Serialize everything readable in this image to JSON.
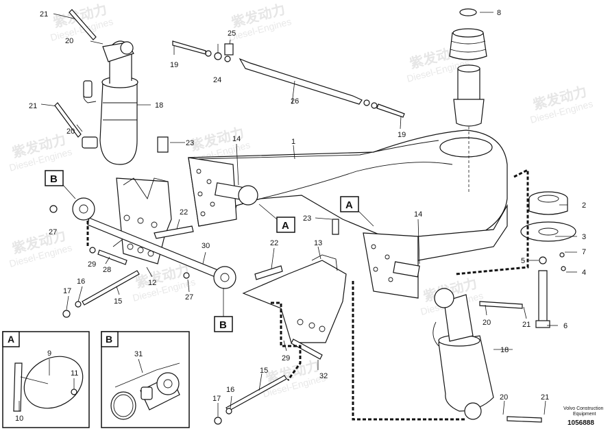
{
  "watermark": {
    "brand_cn": "紫发动力",
    "brand_en": "Diesel-Engines"
  },
  "part_labels": {
    "p1": "1",
    "p2": "2",
    "p3": "3",
    "p4": "4",
    "p5": "5",
    "p6": "6",
    "p7": "7",
    "p8": "8",
    "p12": "12",
    "p13": "13",
    "p14a": "14",
    "p14b": "14",
    "p15a": "15",
    "p15b": "15",
    "p16a": "16",
    "p16b": "16",
    "p17a": "17",
    "p17b": "17",
    "p18a": "18",
    "p18b": "18",
    "p19a": "19",
    "p19b": "19",
    "p20a": "20",
    "p20b": "20",
    "p20c": "20",
    "p20d": "20",
    "p21a": "21",
    "p21b": "21",
    "p21c": "21",
    "p21d": "21",
    "p22a": "22",
    "p22b": "22",
    "p23a": "23",
    "p23b": "23",
    "p24": "24",
    "p25": "25",
    "p26": "26",
    "p27a": "27",
    "p27b": "27",
    "p28": "28",
    "p29a": "29",
    "p29b": "29",
    "p30": "30",
    "p32": "32"
  },
  "reference_boxes": {
    "b_left": "B",
    "b_lower": "B",
    "a_center": "A",
    "a_right": "A"
  },
  "insets": {
    "a": {
      "title": "A",
      "labels": {
        "p9": "9",
        "p10": "10",
        "p11": "11"
      }
    },
    "b": {
      "title": "B",
      "labels": {
        "p31": "31"
      }
    }
  },
  "caption": {
    "line1": "Volvo Construction",
    "line2": "Equipment",
    "doc_number": "1056888"
  }
}
